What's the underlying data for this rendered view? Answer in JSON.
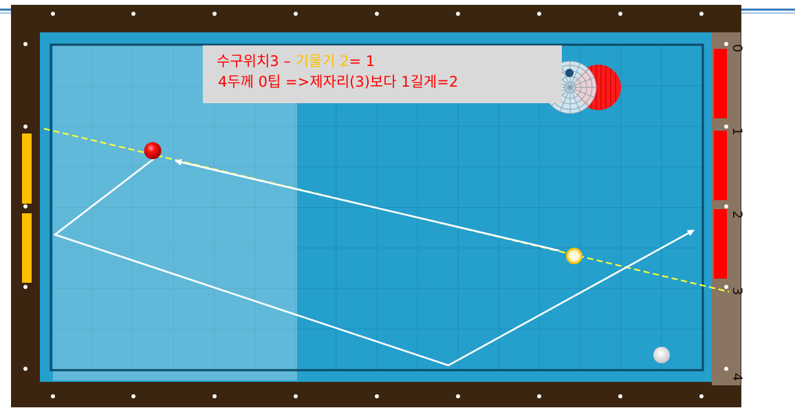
{
  "caption": {
    "line1_a": "수구위치3 – ",
    "line1_b": "기울기 2",
    "line1_c": "= 1",
    "line2": "4두께 0팁 =>제자리(3)보다 1길게=2"
  },
  "rail_numbers": [
    "0",
    "1",
    "2",
    "3",
    "4"
  ],
  "colors": {
    "frame": "#3b2510",
    "cloth": "#259fcc",
    "highlight": "#6ab6d0",
    "rail_strip": "#8a7563",
    "red_marker": "#ff0000",
    "orange_marker": "#ffc000",
    "aim_line": "#ffff33",
    "path_line": "#ffffff"
  },
  "balls": [
    {
      "name": "red-ball",
      "color": "red"
    },
    {
      "name": "cue-ball-yellow",
      "color": "yellow"
    },
    {
      "name": "white-ball",
      "color": "white"
    }
  ]
}
